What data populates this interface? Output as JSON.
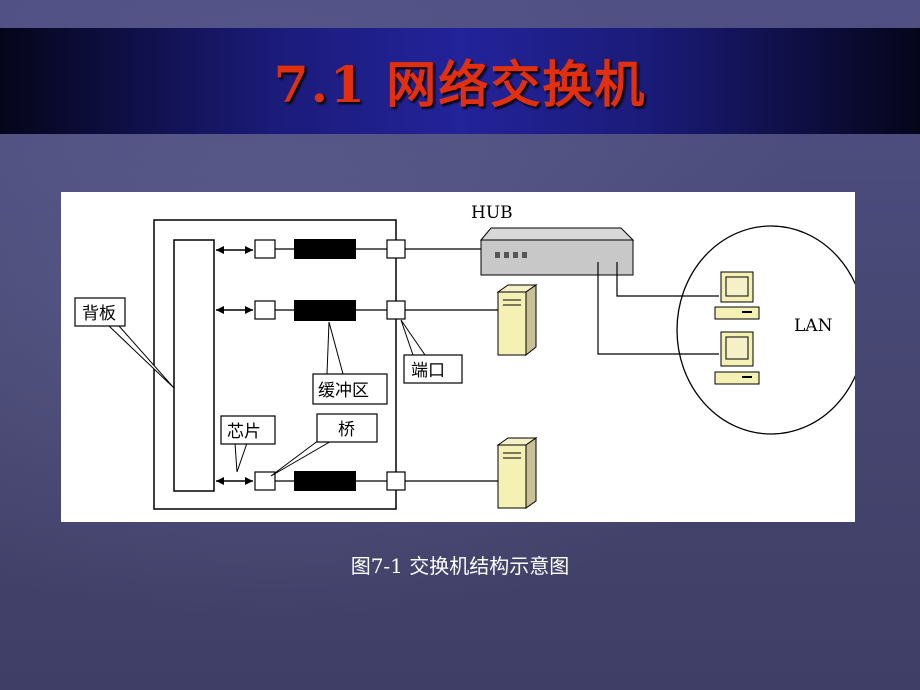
{
  "slide": {
    "title": "7.1 网络交换机",
    "caption": "图7-1  交换机结构示意图"
  },
  "diagram": {
    "labels": {
      "backplane": "背板",
      "buffer": "缓冲区",
      "port": "端口",
      "chip": "芯片",
      "bridge": "桥",
      "hub": "HUB",
      "lan": "LAN"
    }
  },
  "colors": {
    "title": "#e03010",
    "title_bar": "#1b1b7a",
    "background": "#4a4a78"
  }
}
